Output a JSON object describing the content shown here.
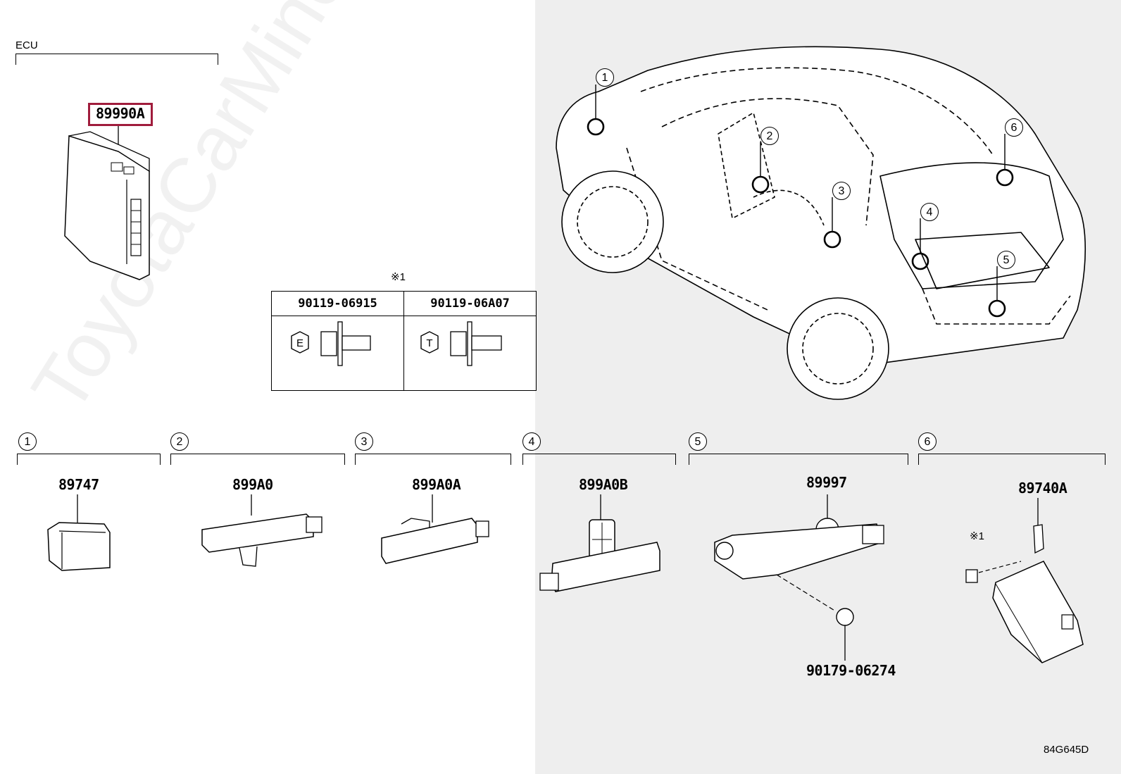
{
  "diagram": {
    "diagram_code": "84G645D",
    "watermark": "ToyotaCarMine.ru",
    "ecu_section": {
      "label": "ECU",
      "part_number": "89990A"
    },
    "note_mark": "※1",
    "hardware_table": {
      "mark": "※1",
      "columns": [
        {
          "part_number": "90119-06915",
          "head_letter": "E"
        },
        {
          "part_number": "90119-06A07",
          "head_letter": "T"
        }
      ]
    },
    "vehicle_callouts": [
      "1",
      "2",
      "3",
      "4",
      "5",
      "6"
    ],
    "parts": [
      {
        "ref": "1",
        "part_number": "89747"
      },
      {
        "ref": "2",
        "part_number": "899A0"
      },
      {
        "ref": "3",
        "part_number": "899A0A"
      },
      {
        "ref": "4",
        "part_number": "899A0B"
      },
      {
        "ref": "5",
        "part_number": "89997",
        "sub_part_number": "90179-06274"
      },
      {
        "ref": "6",
        "part_number": "89740A",
        "note_mark": "※1"
      }
    ]
  }
}
